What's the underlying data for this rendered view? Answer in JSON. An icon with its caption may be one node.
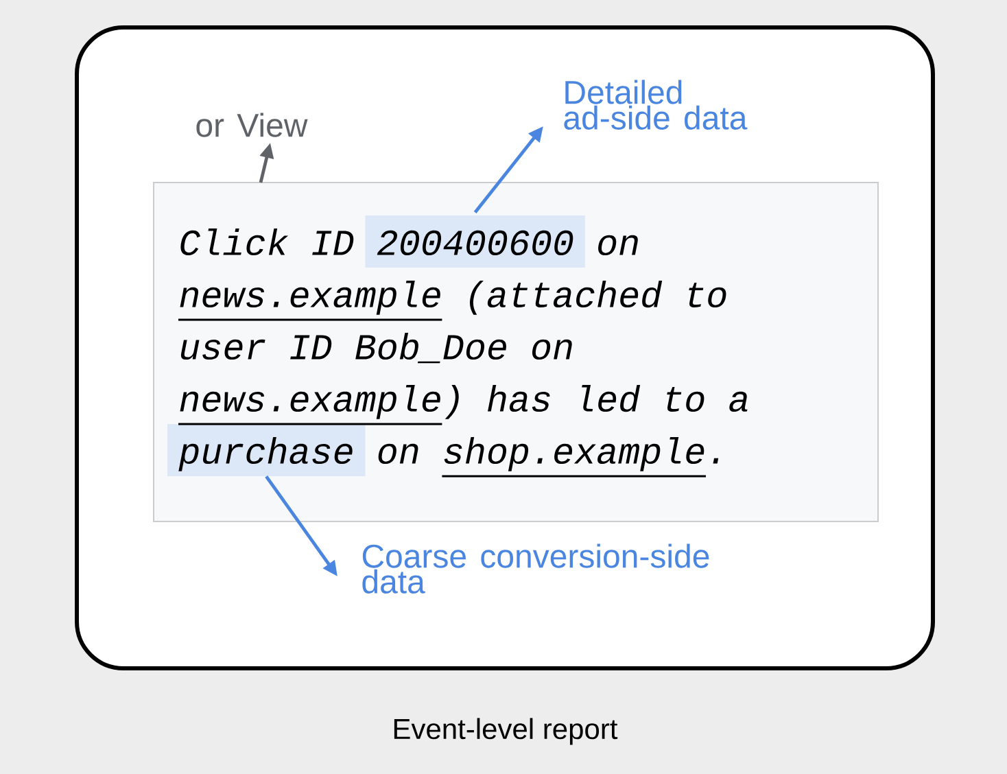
{
  "diagram": {
    "caption": "Event-level report",
    "nodes": [
      {
        "text": [
          "Click ID 200400600 on news.example (attached to user ID Bob_Doe on news.example) has led to a purchase on shop.example."
        ]
      },
      {
        "text": [],
        "shape": "box",
        "in": 0
      },
      {
        "text": [],
        "shape": "box",
        "in": 0
      },
      {
        "text": [
          "or View"
        ]
      },
      {
        "text": [
          "Detailed ad-side data"
        ]
      },
      {
        "text": [
          "Coarse conversion-side data"
        ]
      }
    ],
    "edges": [
      {
        "from": 0,
        "to": 3,
        "arrow": "to",
        "color": "#5f6368"
      },
      {
        "from": 1,
        "to": 4,
        "arrow": "to"
      },
      {
        "from": 2,
        "to": 5,
        "arrow": "to"
      }
    ]
  }
}
